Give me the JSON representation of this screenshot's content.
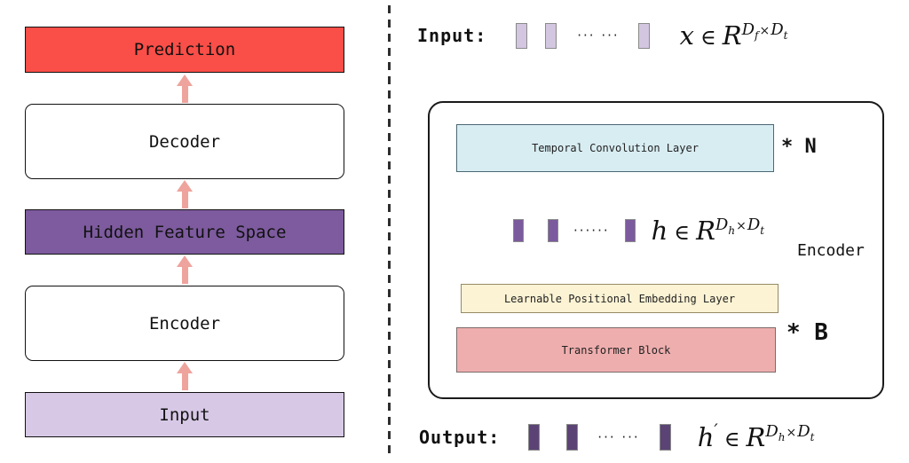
{
  "colors": {
    "prediction_red": "#fa4e48",
    "hidden_purple": "#7d5b9e",
    "input_lavender": "#d7c9e6",
    "arrow_salmon": "#efa39d",
    "temporal_conv_fill": "#d8edf2",
    "temporal_conv_border": "#4a6874",
    "positional_embed_fill": "#fcf3d4",
    "positional_embed_border": "#958a63",
    "transformer_fill": "#efaeae",
    "transformer_border": "#7d6a6a",
    "token_light": "#d3c6e0",
    "token_mid": "#7c5a9e",
    "token_dark": "#5b4475"
  },
  "left_flow": {
    "boxes": [
      {
        "label": "Prediction"
      },
      {
        "label": "Decoder"
      },
      {
        "label": "Hidden Feature Space"
      },
      {
        "label": "Encoder"
      },
      {
        "label": "Input"
      }
    ]
  },
  "right_panel": {
    "input_row": {
      "label": "Input:",
      "dots": "··· ···",
      "math": {
        "var": "x",
        "rel": "∈",
        "set": "R",
        "sup": {
          "d1": "D",
          "s1": "f",
          "times": "×",
          "d2": "D",
          "s2": "t"
        }
      }
    },
    "encoder_box": {
      "corner_label": "Encoder",
      "temporal_conv": {
        "label": "Temporal Convolution Layer",
        "multiplier": "* N"
      },
      "hidden_row": {
        "dots": "······",
        "math": {
          "var": "h",
          "rel": "∈",
          "set": "R",
          "sup": {
            "d1": "D",
            "s1": "h",
            "times": "×",
            "d2": "D",
            "s2": "t"
          }
        }
      },
      "positional_embed": {
        "label": "Learnable Positional Embedding Layer"
      },
      "transformer": {
        "label": "Transformer Block",
        "multiplier": "* B"
      }
    },
    "output_row": {
      "label": "Output:",
      "dots": "··· ···",
      "math": {
        "var": "h",
        "prime": "′",
        "rel": "∈",
        "set": "R",
        "sup": {
          "d1": "D",
          "s1": "h",
          "times": "×",
          "d2": "D",
          "s2": "t"
        }
      }
    }
  }
}
